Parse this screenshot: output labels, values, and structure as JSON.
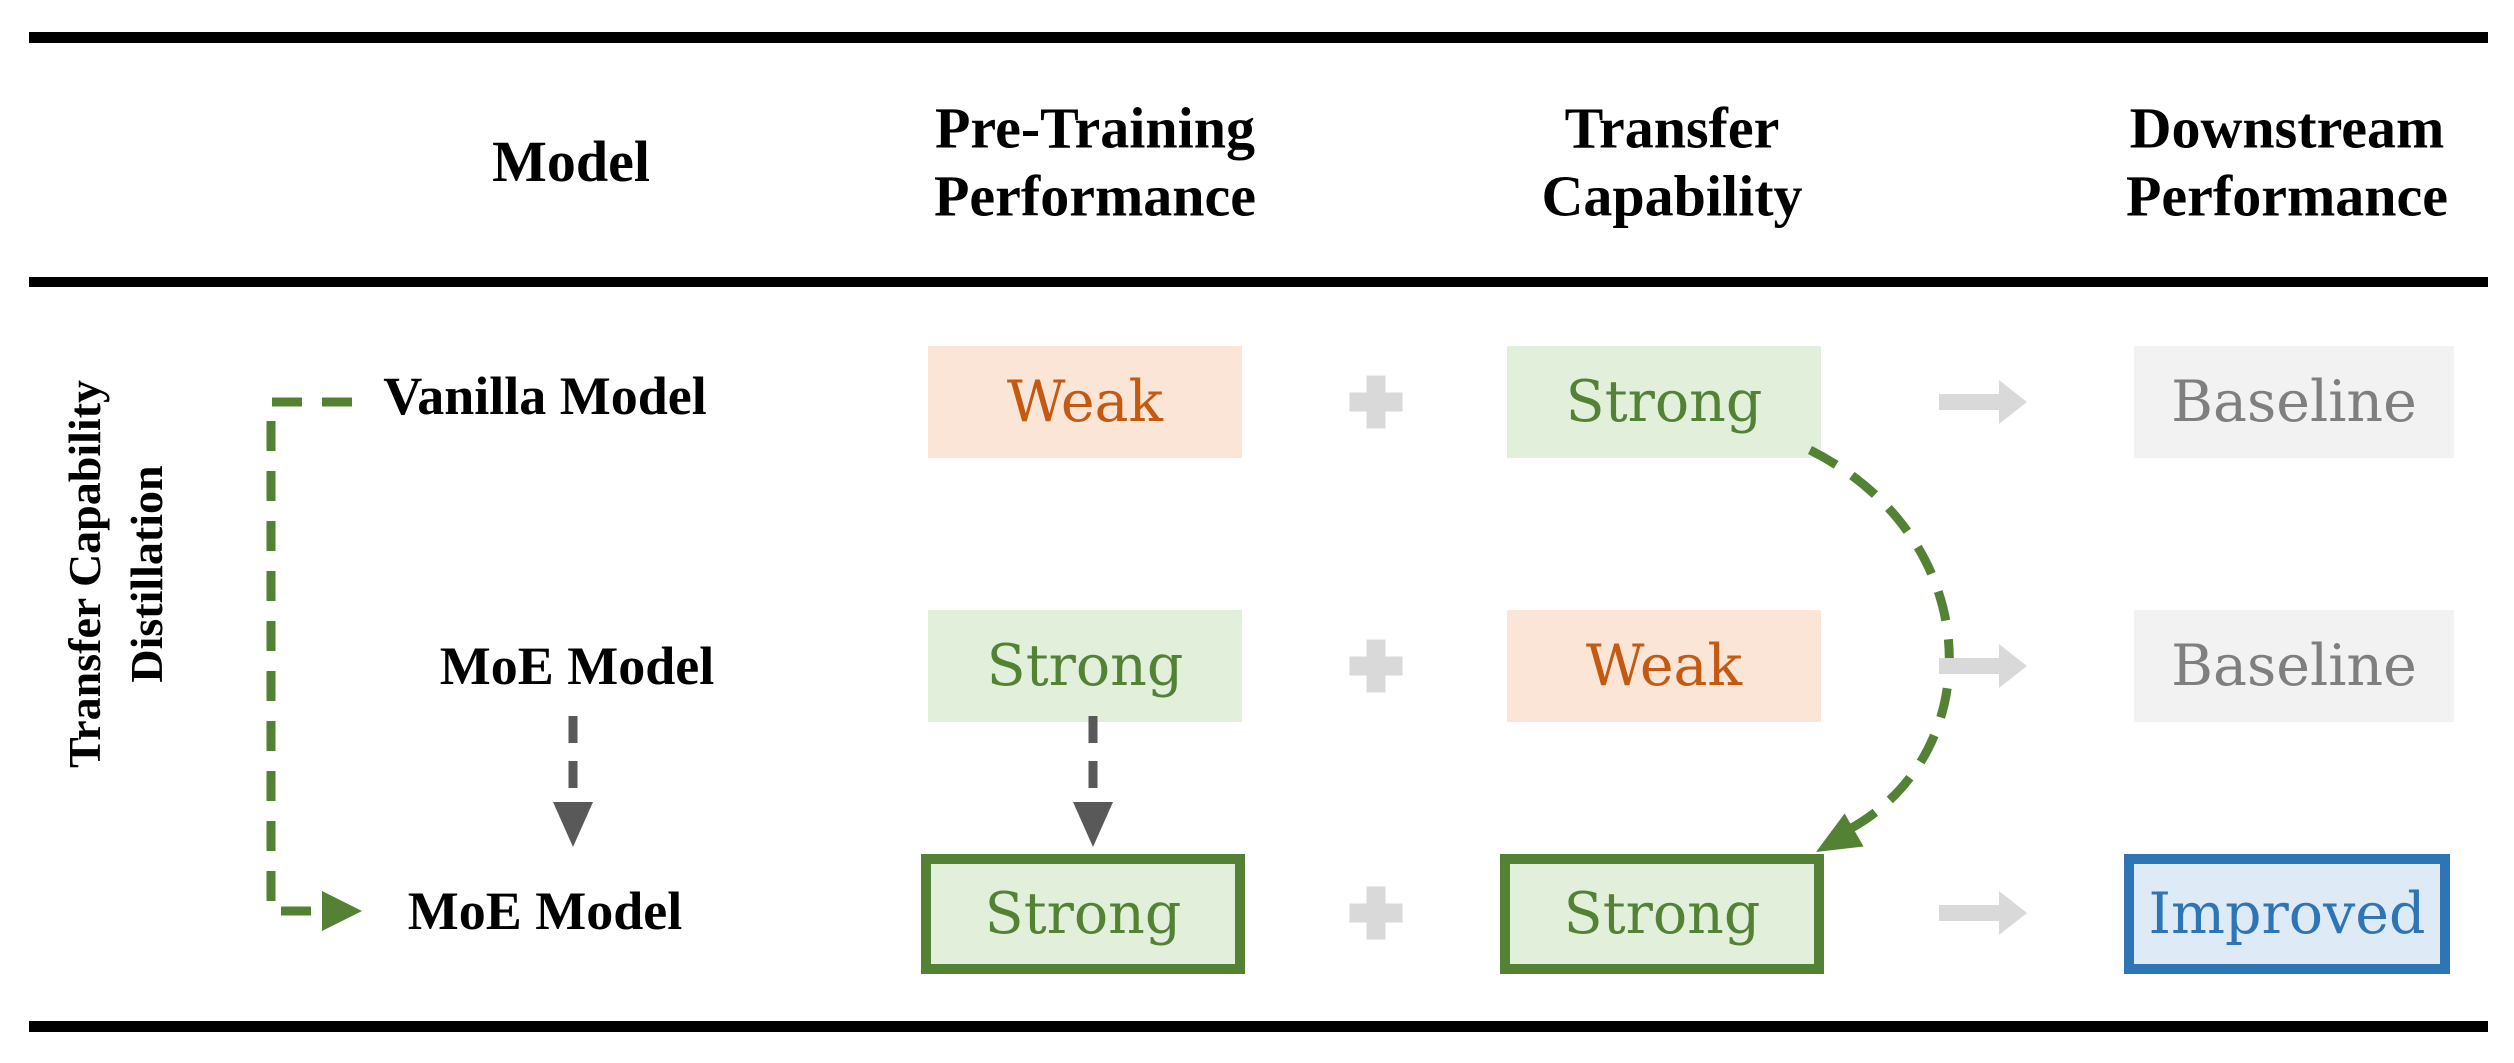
{
  "palette": {
    "ink": "#000000",
    "green": "#548235",
    "green-bg": "#E2EFDA",
    "orange": "#C45911",
    "orange-bg": "#FBE5D6",
    "blue": "#2E75B6",
    "blue-bg": "#DEEBF7",
    "gray-text": "#7F7F7F",
    "gray-bg": "#F2F2F2",
    "light-gray": "#D9D9D9",
    "dark-gray": "#595959"
  },
  "header": {
    "model": "Model",
    "pretraining": "Pre-Training\nPerformance",
    "transfer": "Transfer\nCapability",
    "downstream": "Downstream\nPerformance"
  },
  "side_label": {
    "text": "Transfer Capability\nDistillation"
  },
  "rows": [
    {
      "model": "Vanilla Model",
      "pretraining": "Weak",
      "transfer": "Strong",
      "downstream": "Baseline"
    },
    {
      "model": "MoE Model",
      "pretraining": "Strong",
      "transfer": "Weak",
      "downstream": "Baseline"
    },
    {
      "model": "MoE Model",
      "pretraining": "Strong",
      "transfer": "Strong",
      "downstream": "Improved"
    }
  ]
}
